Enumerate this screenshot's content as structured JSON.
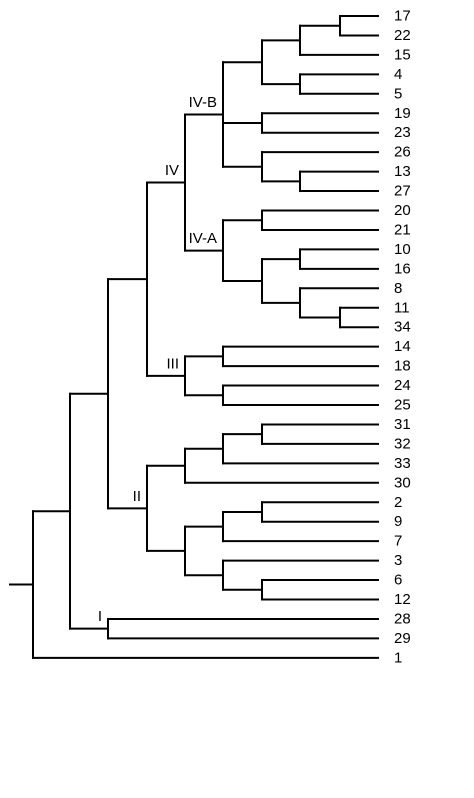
{
  "tree": {
    "root": {
      "children": [
        {
          "children": [
            {
              "children": [
                {
                  "label": "IV",
                  "children": [
                    {
                      "label": "IV-B",
                      "children": [
                        {
                          "children": [
                            {
                              "children": [
                                {
                                  "children": [
                                    {
                                      "leaf": "17"
                                    },
                                    {
                                      "leaf": "22"
                                    }
                                  ]
                                },
                                {
                                  "leaf": "15"
                                }
                              ]
                            },
                            {
                              "children": [
                                {
                                  "leaf": "4"
                                },
                                {
                                  "leaf": "5"
                                }
                              ]
                            }
                          ]
                        },
                        {
                          "children": [
                            {
                              "leaf": "19"
                            },
                            {
                              "leaf": "23"
                            }
                          ]
                        },
                        {
                          "children": [
                            {
                              "leaf": "26"
                            },
                            {
                              "children": [
                                {
                                  "leaf": "13"
                                },
                                {
                                  "leaf": "27"
                                }
                              ]
                            }
                          ]
                        }
                      ]
                    },
                    {
                      "label": "IV-A",
                      "children": [
                        {
                          "children": [
                            {
                              "leaf": "20"
                            },
                            {
                              "leaf": "21"
                            }
                          ]
                        },
                        {
                          "children": [
                            {
                              "children": [
                                {
                                  "leaf": "10"
                                },
                                {
                                  "leaf": "16"
                                }
                              ]
                            },
                            {
                              "children": [
                                {
                                  "leaf": "8"
                                },
                                {
                                  "children": [
                                    {
                                      "leaf": "11"
                                    },
                                    {
                                      "leaf": "34"
                                    }
                                  ]
                                }
                              ]
                            }
                          ]
                        }
                      ]
                    }
                  ]
                },
                {
                  "label": "III",
                  "children": [
                    {
                      "children": [
                        {
                          "leaf": "14"
                        },
                        {
                          "leaf": "18"
                        }
                      ]
                    },
                    {
                      "children": [
                        {
                          "leaf": "24"
                        },
                        {
                          "leaf": "25"
                        }
                      ]
                    }
                  ]
                }
              ]
            },
            {
              "label": "II",
              "children": [
                {
                  "children": [
                    {
                      "children": [
                        {
                          "children": [
                            {
                              "leaf": "31"
                            },
                            {
                              "leaf": "32"
                            }
                          ]
                        },
                        {
                          "leaf": "33"
                        }
                      ]
                    },
                    {
                      "leaf": "30"
                    }
                  ]
                },
                {
                  "children": [
                    {
                      "children": [
                        {
                          "children": [
                            {
                              "leaf": "2"
                            },
                            {
                              "leaf": "9"
                            }
                          ]
                        },
                        {
                          "leaf": "7"
                        }
                      ]
                    },
                    {
                      "children": [
                        {
                          "leaf": "3"
                        },
                        {
                          "children": [
                            {
                              "leaf": "6"
                            },
                            {
                              "leaf": "12"
                            }
                          ]
                        }
                      ]
                    }
                  ]
                }
              ]
            }
          ]
        },
        {
          "label": "I",
          "children": [
            {
              "leaf": "28"
            },
            {
              "leaf": "29"
            }
          ]
        }
      ]
    },
    "outgroup": "1"
  }
}
